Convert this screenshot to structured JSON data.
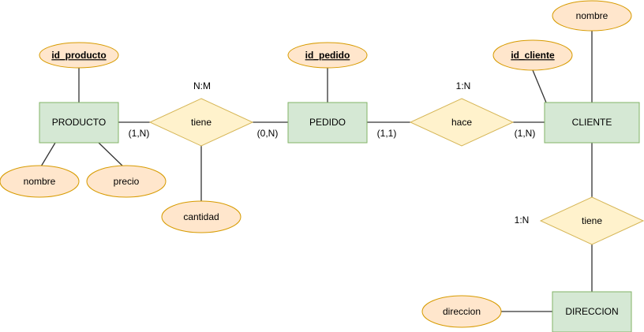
{
  "entities": {
    "producto": "PRODUCTO",
    "pedido": "PEDIDO",
    "cliente": "CLIENTE",
    "direccion": "DIRECCION"
  },
  "relationships": {
    "tiene_producto_pedido": "tiene",
    "hace": "hace",
    "tiene_cliente_direccion": "tiene"
  },
  "attributes": {
    "id_producto": "id_producto",
    "producto_nombre": "nombre",
    "precio": "precio",
    "cantidad": "cantidad",
    "id_pedido": "id_pedido",
    "id_cliente": "id_cliente",
    "cliente_nombre": "nombre",
    "direccion": "direccion"
  },
  "cardinalities": {
    "producto_tiene": "(1,N)",
    "tiene_pedido": "(0,N)",
    "pedido_hace": "(1,1)",
    "hace_cliente": "(1,N)"
  },
  "relationship_types": {
    "tiene_producto_pedido": "N:M",
    "hace": "1:N",
    "tiene_cliente_direccion": "1:N"
  },
  "colors": {
    "entity_fill": "#d5e8d4",
    "entity_stroke": "#82b366",
    "attribute_fill": "#ffe6cc",
    "attribute_stroke": "#d79b00",
    "relationship_fill": "#fff2cc",
    "relationship_stroke": "#d6b656"
  }
}
